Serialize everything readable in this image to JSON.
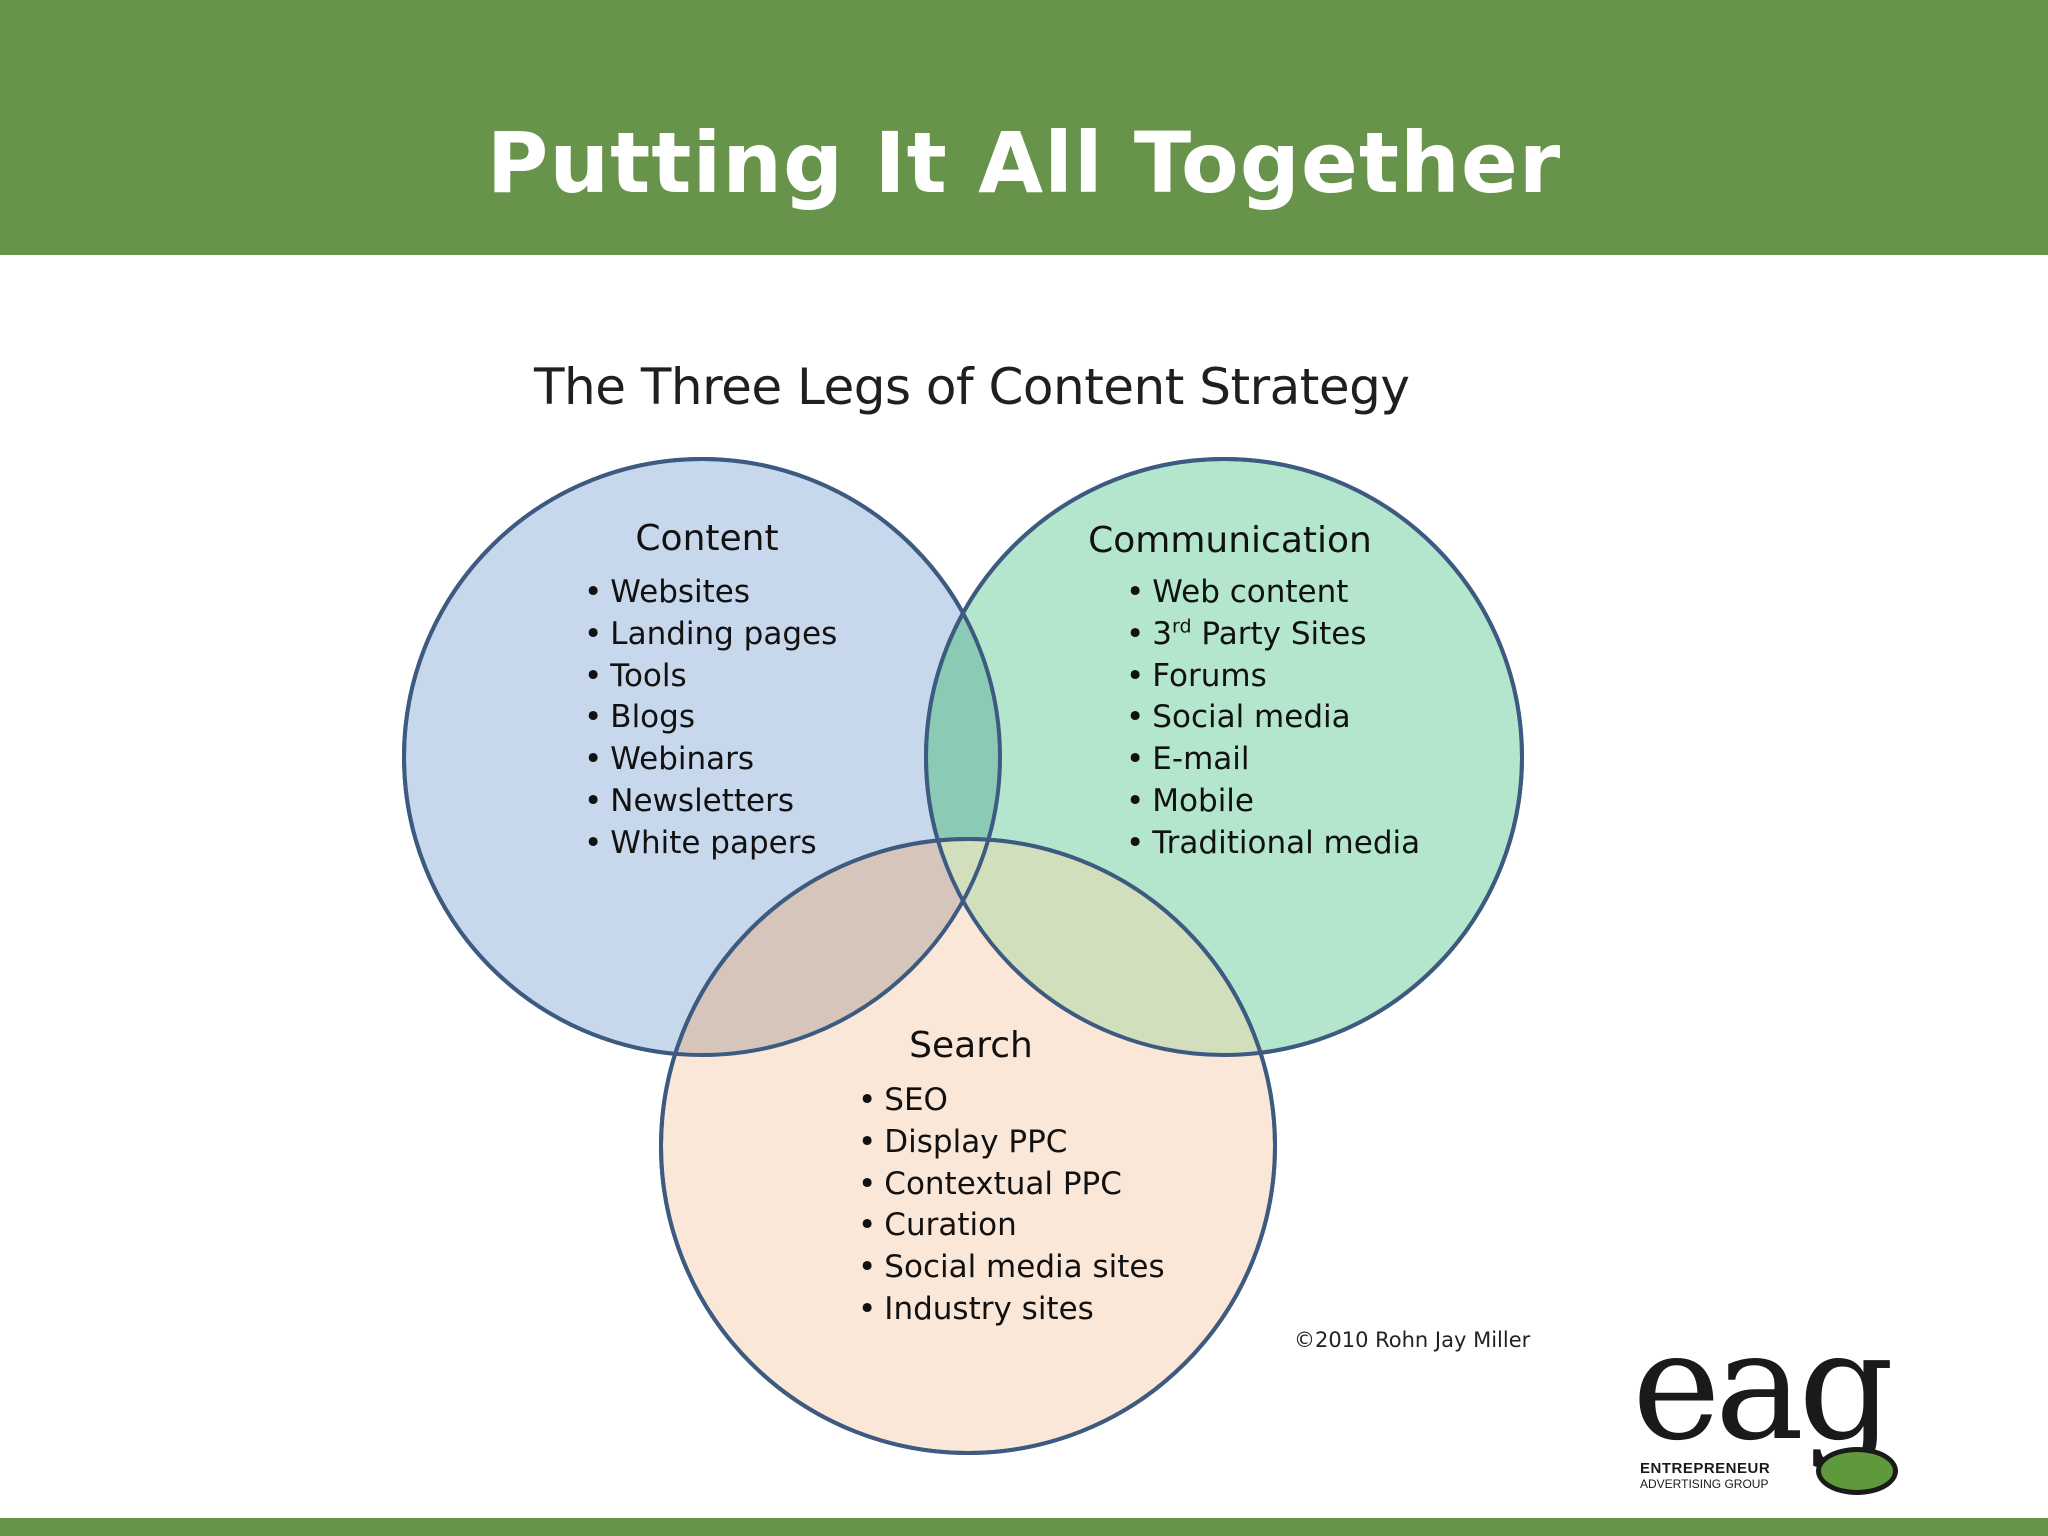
{
  "slide": {
    "title": "Putting It All Together",
    "colors": {
      "header": "#68934a",
      "circle_border": "#3d5a80"
    }
  },
  "diagram": {
    "title": "The Three Legs of Content Strategy",
    "sets": [
      {
        "heading": "Content",
        "fill": "#c7d7ec",
        "items": [
          "Websites",
          "Landing pages",
          "Tools",
          "Blogs",
          "Webinars",
          "Newsletters",
          "White papers"
        ]
      },
      {
        "heading": "Communication",
        "fill": "#b3e6cc",
        "items": [
          "Web content",
          "3rd Party Sites",
          "Forums",
          "Social media",
          "E-mail",
          "Mobile",
          "Traditional media"
        ]
      },
      {
        "heading": "Search",
        "fill": "#fbe7d8",
        "items": [
          "SEO",
          "Display PPC",
          "Contextual PPC",
          "Curation",
          "Social media sites",
          "Industry sites"
        ]
      }
    ],
    "superscript": {
      "base": "3",
      "sup": "rd",
      "rest": " Party Sites"
    },
    "copyright": "©2010 Rohn Jay Miller"
  },
  "logo": {
    "mark": "eag",
    "line1": "ENTREPRENEUR",
    "line2": "ADVERTISING GROUP"
  }
}
